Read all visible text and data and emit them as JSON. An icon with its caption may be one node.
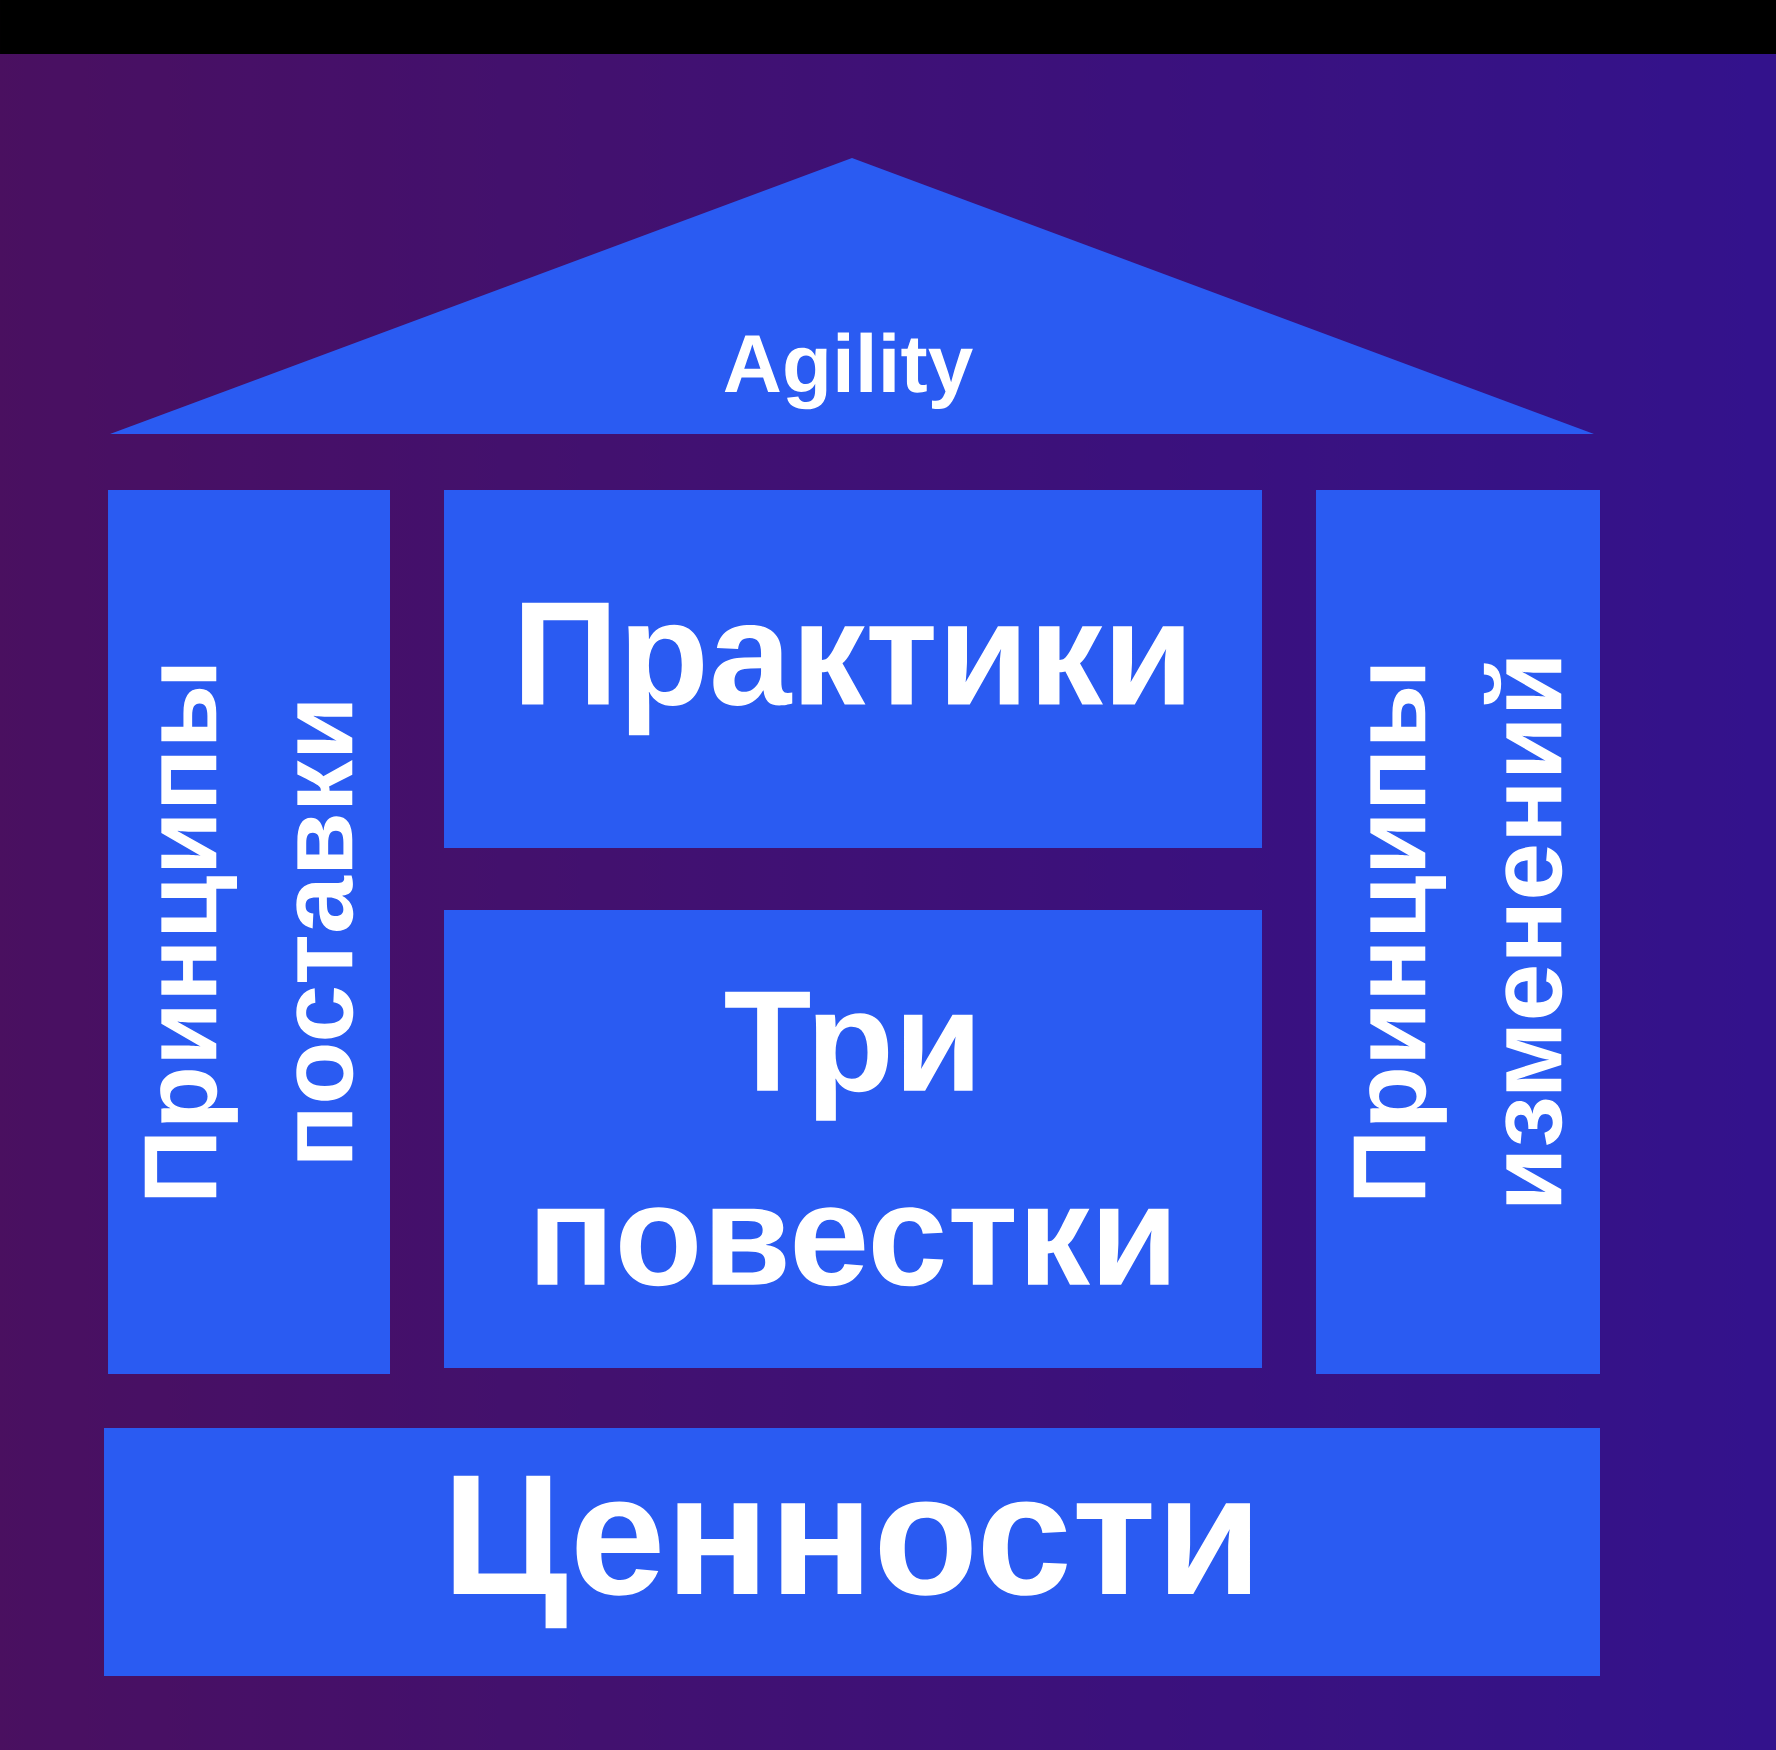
{
  "diagram": {
    "nodes": [
      {
        "text": [
          "Agility"
        ]
      },
      {
        "text": [
          "Принципы поставки"
        ]
      },
      {
        "text": [
          "Практики"
        ]
      },
      {
        "text": [
          "Три повестки"
        ]
      },
      {
        "text": [
          "Принципы изменений"
        ]
      },
      {
        "text": [
          "Ценности"
        ]
      }
    ]
  }
}
